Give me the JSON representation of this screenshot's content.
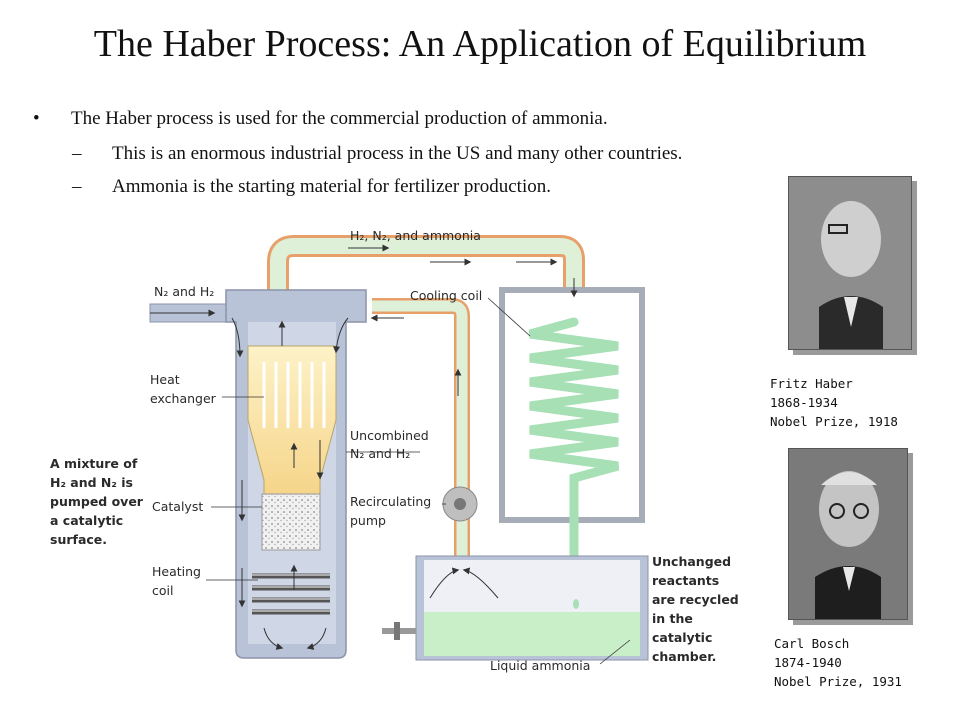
{
  "slide": {
    "title": "The Haber Process: An Application of Equilibrium",
    "bullet": "The Haber process is used for the commercial production of ammonia.",
    "bullet_marker": "•",
    "sub_marker": "–",
    "sub_bullets": [
      "This is an enormous industrial process in the US and many other countries.",
      "Ammonia is the starting material for fertilizer production."
    ]
  },
  "diagram": {
    "top_flow": "H₂, N₂, and ammonia",
    "inlet": "N₂ and H₂",
    "cooling_coil": "Cooling coil",
    "heat_exchanger": [
      "Heat",
      "exchanger"
    ],
    "uncombined": [
      "Uncombined",
      "N₂ and H₂"
    ],
    "mixture": [
      "A mixture of",
      "H₂ and N₂ is",
      "pumped over",
      "a catalytic",
      "surface."
    ],
    "catalyst": "Catalyst",
    "pump": [
      "Recirculating",
      "pump"
    ],
    "heating_coil": [
      "Heating",
      "coil"
    ],
    "unchanged": [
      "Unchanged",
      "reactants",
      "are recycled",
      "in the",
      "catalytic",
      "chamber."
    ],
    "liquid_ammonia": "Liquid ammonia"
  },
  "portraits": [
    {
      "name": "Fritz Haber",
      "years": "1868-1934",
      "prize": "Nobel Prize, 1918"
    },
    {
      "name": "Carl Bosch",
      "years": "1874-1940",
      "prize": "Nobel Prize, 1931"
    }
  ],
  "colors": {
    "vessel": "#b9c3d8",
    "vessel_edge": "#8b93a8",
    "pipe_fill": "#dff0d8",
    "pipe_edge": "#e7a06a",
    "coil": "#a6e0b4",
    "ammonia": "#c9efc9",
    "heat_exchanger": "#f8e2a0"
  }
}
